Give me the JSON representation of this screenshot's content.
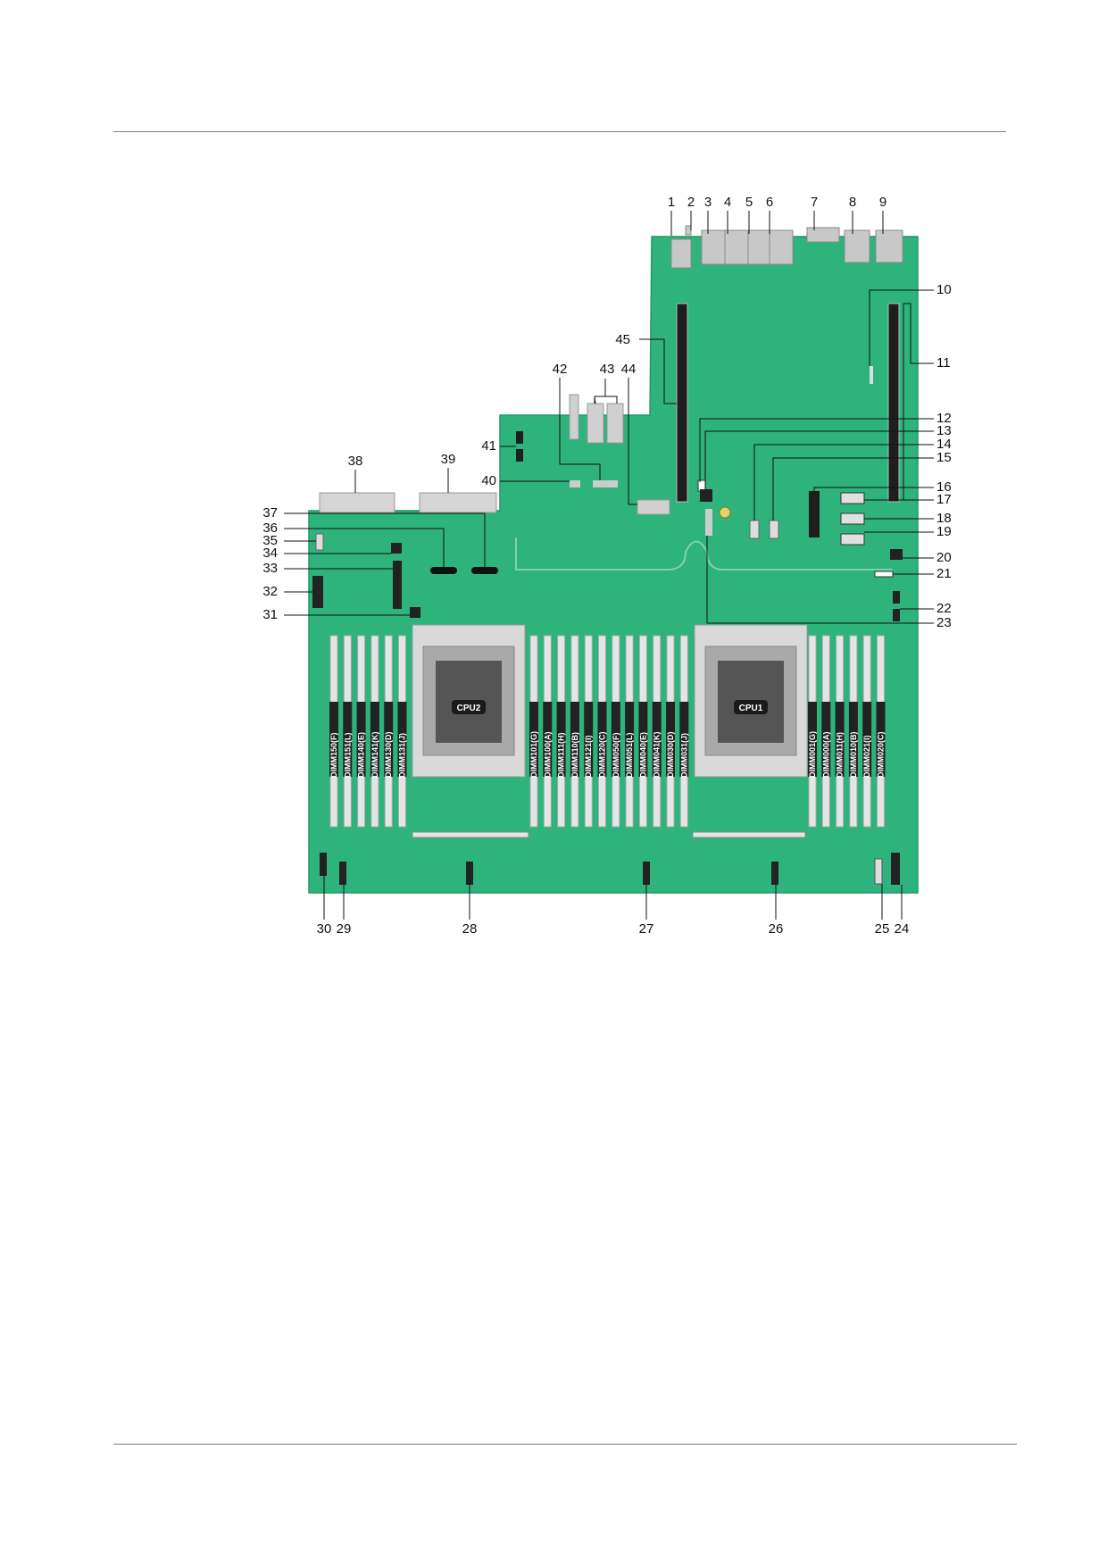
{
  "figure": {
    "cpus": [
      {
        "id": "cpu2",
        "label": "CPU2"
      },
      {
        "id": "cpu1",
        "label": "CPU1"
      }
    ],
    "dimm_groups": [
      {
        "id": "left",
        "slots": [
          "DIMM150(F)",
          "DIMM151(L)",
          "DIMM140(E)",
          "DIMM141(K)",
          "DIMM130(D)",
          "DIMM131(J)"
        ]
      },
      {
        "id": "middle",
        "slots": [
          "DIMM101(G)",
          "DIMM100(A)",
          "DIMM111(H)",
          "DIMM110(B)",
          "DIMM121(I)",
          "DIMM120(C)",
          "DIMM050(F)",
          "DIMM051(L)",
          "DIMM040(E)",
          "DIMM041(K)",
          "DIMM030(D)",
          "DIMM031(J)"
        ]
      },
      {
        "id": "right",
        "slots": [
          "DIMM001(G)",
          "DIMM000(A)",
          "DIMM011(H)",
          "DIMM010(B)",
          "DIMM021(I)",
          "DIMM020(C)"
        ]
      }
    ],
    "callouts": {
      "top": [
        "1",
        "2",
        "3",
        "4",
        "5",
        "6",
        "7",
        "8",
        "9"
      ],
      "right": [
        "10",
        "11",
        "12",
        "13",
        "14",
        "15",
        "16",
        "17",
        "18",
        "19",
        "20",
        "21",
        "22",
        "23"
      ],
      "bottom": [
        "24",
        "25",
        "26",
        "27",
        "28",
        "29",
        "30"
      ],
      "left": [
        "31",
        "32",
        "33",
        "34",
        "35",
        "36",
        "37"
      ],
      "inner": [
        "38",
        "39",
        "40",
        "41",
        "42",
        "43",
        "44",
        "45"
      ]
    }
  },
  "colors": {
    "board": "#2db37b",
    "board_edge": "#1f9a64",
    "slot": "#e5e5e5",
    "dimm_dark": "#222222",
    "socket": "#d9d9d9",
    "cpu_die": "#555555"
  }
}
